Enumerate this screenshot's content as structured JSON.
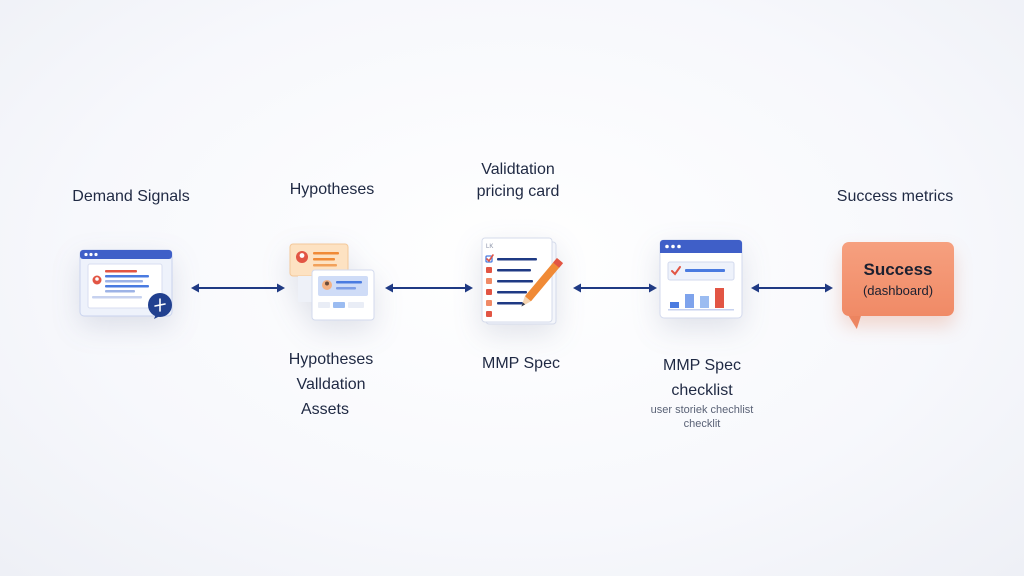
{
  "labels": {
    "demand_signals": "Demand Signals",
    "hypotheses_top": "Hypotheses",
    "validation_pricing_line1": "Validtation",
    "validation_pricing_line2": "pricing card",
    "success_metrics": "Success metrics",
    "hypotheses_bottom_line1": "Hypotheses",
    "hypotheses_bottom_line2": "Valldation",
    "hypotheses_bottom_line3": "Assets",
    "mmp_spec": "MMP Spec",
    "mmp_spec_checklist_line1": "MMP Spec",
    "mmp_spec_checklist_line2": "checklist",
    "user_stories_line1": "user storiek chechlist",
    "user_stories_line2": "checklit"
  },
  "success_card": {
    "title": "Success",
    "subtitle": "(dashboard)"
  },
  "spec_doc": {
    "corner_text": "LK"
  },
  "colors": {
    "arrow": "#1f3a84",
    "window_header": "#3f5fc8",
    "accent_red": "#e25544",
    "accent_orange": "#f08a66",
    "accent_blue": "#4a7be0"
  }
}
